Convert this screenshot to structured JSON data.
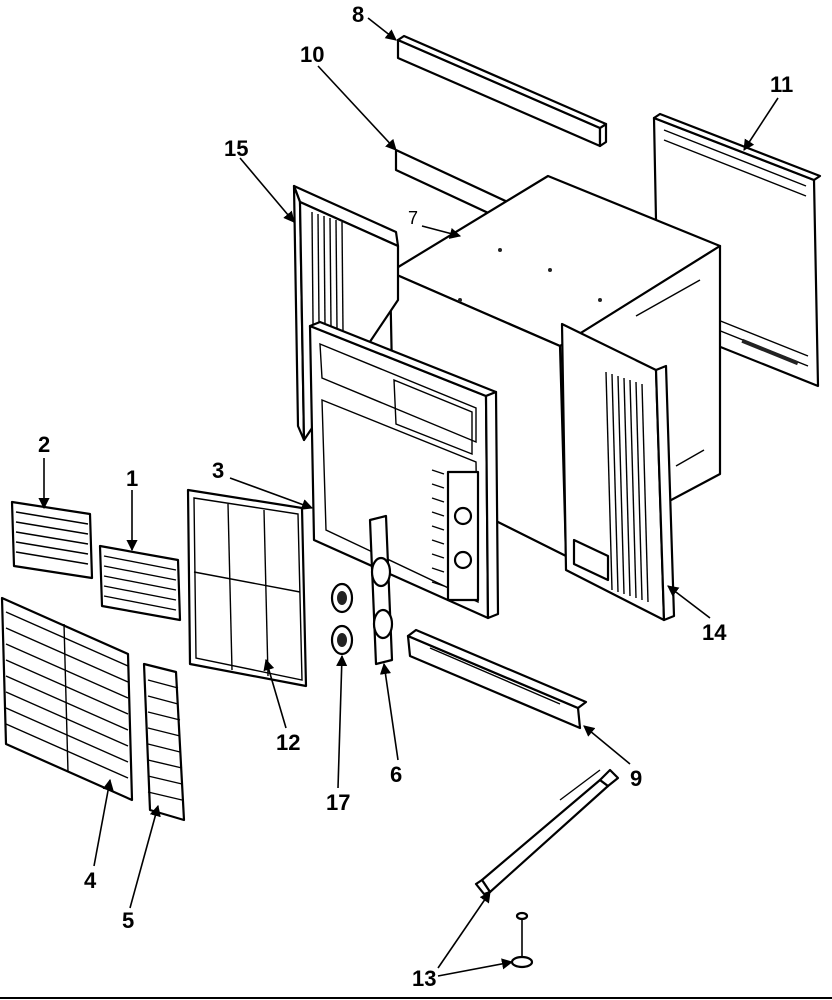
{
  "diagram": {
    "labels": {
      "p1": "1",
      "p2": "2",
      "p3": "3",
      "p4": "4",
      "p5": "5",
      "p6": "6",
      "p7": "7",
      "p8": "8",
      "p9": "9",
      "p10": "10",
      "p11": "11",
      "p12": "12",
      "p13": "13",
      "p14": "14",
      "p15": "15",
      "p17": "17"
    }
  }
}
